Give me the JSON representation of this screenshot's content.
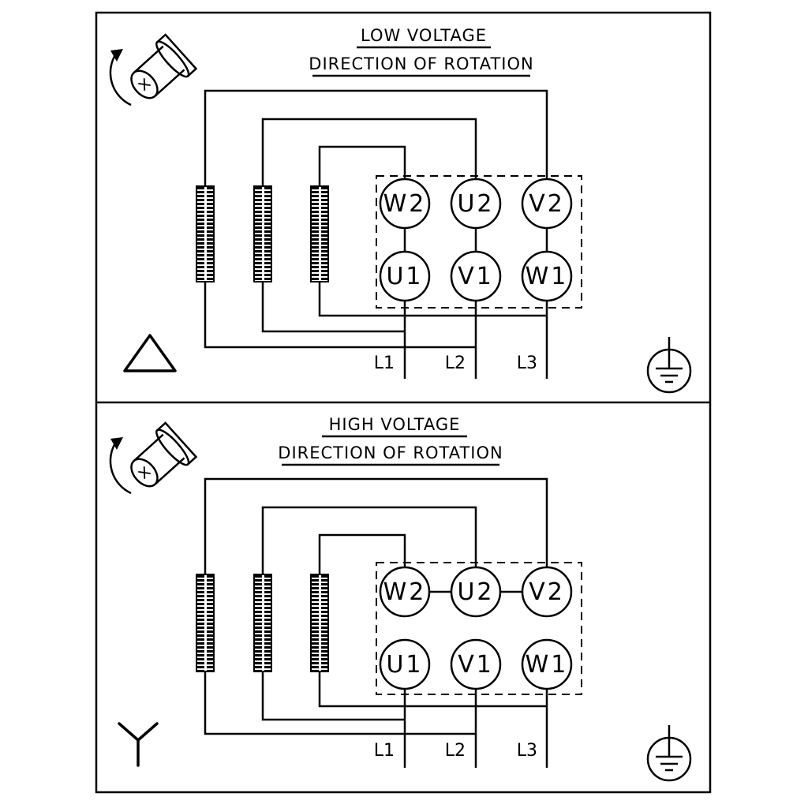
{
  "panels": [
    {
      "title": "LOW VOLTAGE",
      "subtitle": "DIRECTION OF ROTATION",
      "connection": "delta",
      "terminals_top": [
        "W2",
        "U2",
        "V2"
      ],
      "terminals_bottom": [
        "U1",
        "V1",
        "W1"
      ],
      "supply_lines": [
        "L1",
        "L2",
        "L3"
      ]
    },
    {
      "title": "HIGH VOLTAGE",
      "subtitle": "DIRECTION OF ROTATION",
      "connection": "star",
      "terminals_top": [
        "W2",
        "U2",
        "V2"
      ],
      "terminals_bottom": [
        "U1",
        "V1",
        "W1"
      ],
      "supply_lines": [
        "L1",
        "L2",
        "L3"
      ]
    }
  ],
  "colors": {
    "line": "#000000",
    "background": "#ffffff"
  }
}
